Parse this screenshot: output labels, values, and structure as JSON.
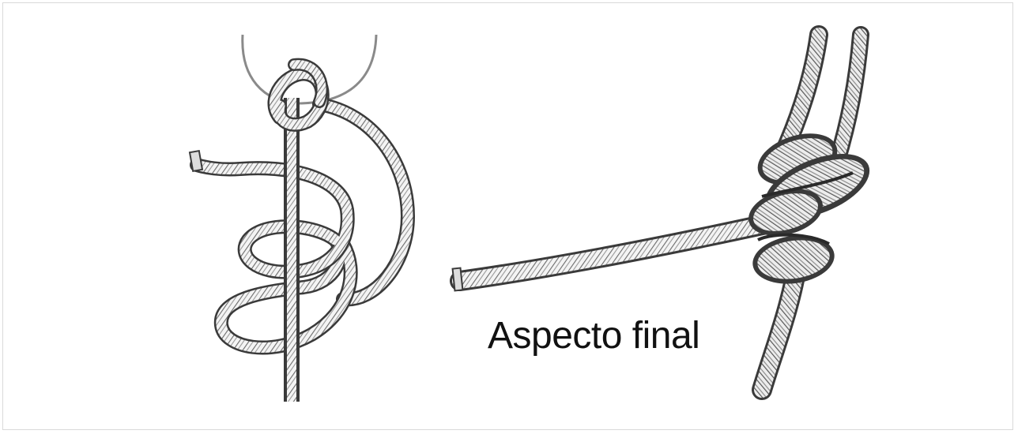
{
  "figure": {
    "caption": "Aspecto final",
    "colors": {
      "ink": "#3a3a3a",
      "rope_fill": "#f4f4f4",
      "ring": "#8a8a8a",
      "frame_border": "#d9d9d9",
      "background": "#ffffff"
    },
    "panels": [
      {
        "name": "tying-step",
        "icon": "knot-tying-step-illustration"
      },
      {
        "name": "finished-knot",
        "icon": "finished-knot-illustration"
      }
    ]
  }
}
